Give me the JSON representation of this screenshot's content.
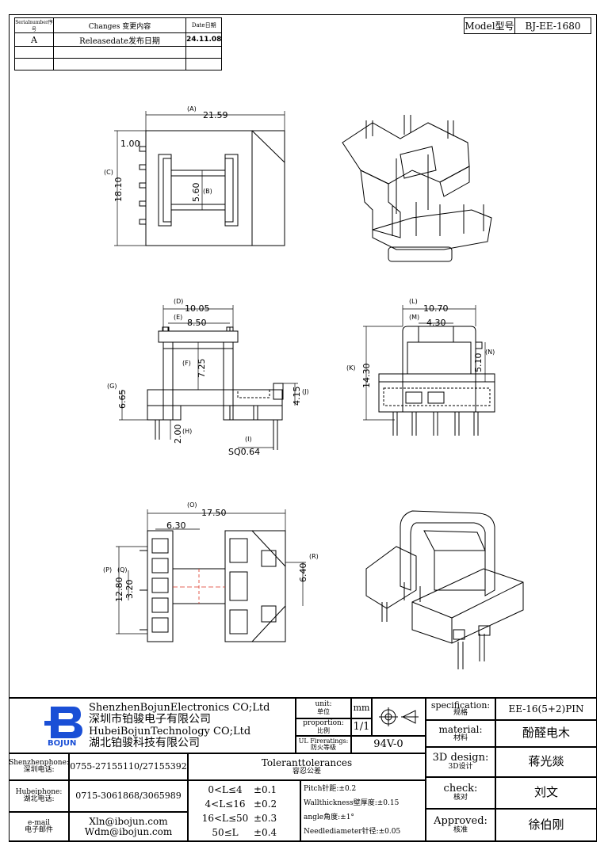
{
  "revision_table": {
    "headers": [
      "Serialnumber序号",
      "Changes  变更内容",
      "Date日期"
    ],
    "rows": [
      [
        "A",
        "Releasedate发布日期",
        "24.11.08"
      ],
      [
        "",
        "",
        ""
      ],
      [
        "",
        "",
        ""
      ]
    ]
  },
  "model": {
    "label": "Model型号",
    "value": "BJ-EE-1680"
  },
  "dimensions": {
    "A_label": "(A)",
    "A": "21.59",
    "B_label": "(B)",
    "B": "5.60",
    "C_label": "(C)",
    "C": "18.10",
    "pitch": "1.00",
    "D_label": "(D)",
    "D": "10.05",
    "E_label": "(E)",
    "E": "8.50",
    "F_label": "(F)",
    "F": "7.25",
    "G_label": "(G)",
    "G": "6.65",
    "H_label": "(H)",
    "H": "2.00",
    "I_label": "(I)",
    "I": "SQ0.64",
    "J_label": "(J)",
    "J": "4.15",
    "L_label": "(L)",
    "L": "10.70",
    "M_label": "(M)",
    "M": "4.30",
    "K_label": "(K)",
    "K": "14.30",
    "N_label": "(N)",
    "N": "5.10",
    "O_label": "(O)",
    "O": "17.50",
    "O2": "6.30",
    "P_label": "(P)",
    "P": "12.80",
    "Q_label": "(Q)",
    "Q": "3.20",
    "R_label": "(R)",
    "R": "6.40"
  },
  "title_block": {
    "logo_text": "BOJUN",
    "company_en1": "ShenzhenBojunElectronics CO;Ltd",
    "company_cn1": "深圳市铂骏电子有限公司",
    "company_en2": "HubeiBojunTechnology CO;Ltd",
    "company_cn2": "湖北铂骏科技有限公司",
    "unit_label": "unit:",
    "unit_label_cn": "单位",
    "unit_value": "mm",
    "proportion_label": "proportion:",
    "proportion_label_cn": "比例",
    "proportion_value": "1/1",
    "ul_label": "UL Fireratings:",
    "ul_label_cn": "防火等级",
    "ul_value": "94V-0",
    "spec_label": "specification:",
    "spec_label_cn": "规格",
    "spec_value": "EE-16(5+2)PIN",
    "material_label": "material:",
    "material_label_cn": "材料",
    "material_value": "酚醛电木",
    "design_label": "3D design:",
    "design_label_cn": "3D设计",
    "design_value": "蒋光燚",
    "check_label": "check:",
    "check_label_cn": "核对",
    "check_value": "刘文",
    "approved_label": "Approved:",
    "approved_label_cn": "核准",
    "approved_value": "徐伯刚",
    "sz_phone_label": "Shenzhenphone:",
    "sz_phone_label_cn": "深圳电话:",
    "sz_phone": "0755-27155110/27155392",
    "hb_phone_label": "Hubeiphone:",
    "hb_phone_label_cn": "湖北电话:",
    "hb_phone": "0715-3061868/3065989",
    "email_label": "e-mail",
    "email_label_cn": "电子邮件",
    "email1": "Xln@ibojun.com",
    "email2": "Wdm@ibojun.com",
    "tol_title": "Toleranttolerances",
    "tol_title_cn": "容忍公差",
    "tol_ranges": [
      "0<L≤4",
      "4<L≤16",
      "16<L≤50",
      "50≤L"
    ],
    "tol_values": [
      "±0.1",
      "±0.2",
      "±0.3",
      "±0.4"
    ],
    "pitch_tol": "Pitch针距:±0.2",
    "wall_tol": "Wallthickness壁厚度:±0.15",
    "angle_tol": "angle角度:±1°",
    "needle_tol": "Needlediameter针径:±0.05"
  }
}
